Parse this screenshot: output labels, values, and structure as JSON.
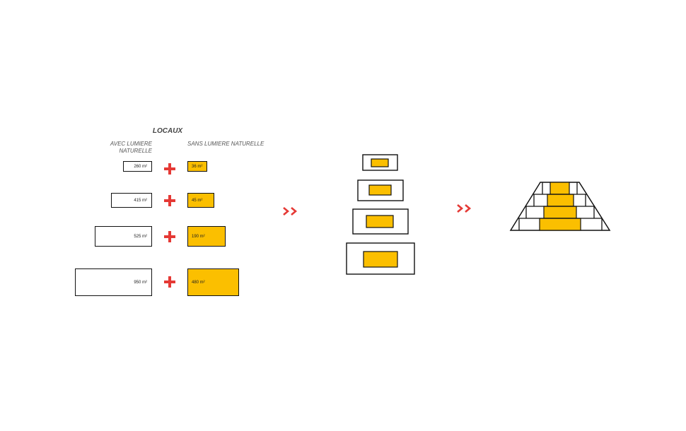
{
  "title": "LOCAUX",
  "columns": {
    "with_light": "AVEC LUMIERE NATURELLE",
    "without_light": "SANS LUMIERE NATURELLE"
  },
  "rows": [
    {
      "with_light": "260 m²",
      "without_light": "36 m²"
    },
    {
      "with_light": "415 m²",
      "without_light": "45 m²"
    },
    {
      "with_light": "525 m²",
      "without_light": "190 m²"
    },
    {
      "with_light": "950 m²",
      "without_light": "480 m²"
    }
  ],
  "colors": {
    "accent": "#fbbf00",
    "arrow": "#e53935",
    "stroke": "#111111"
  }
}
